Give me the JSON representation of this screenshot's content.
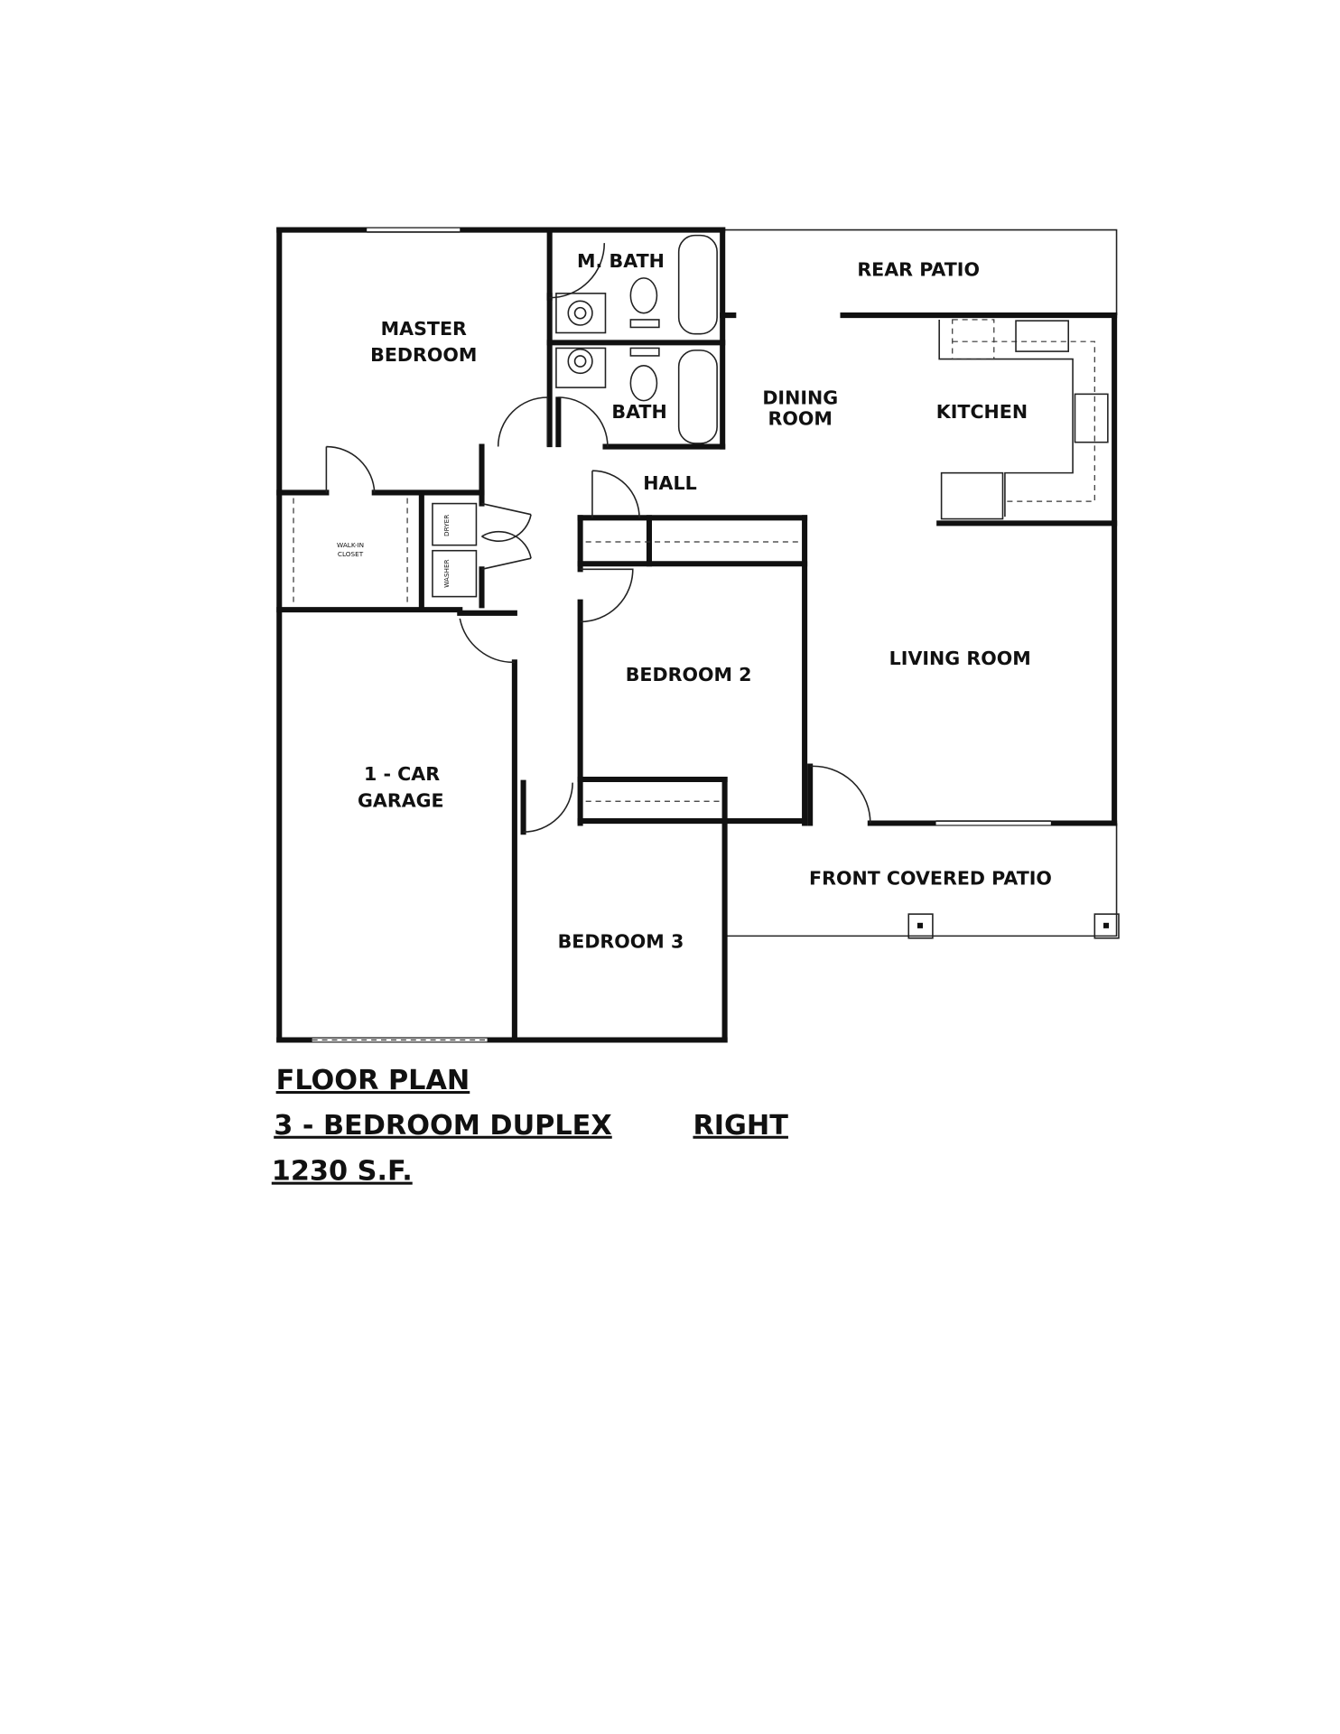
{
  "rooms": {
    "master_bedroom": [
      "MASTER",
      "BEDROOM"
    ],
    "master_bath": "M. BATH",
    "bath": "BATH",
    "rear_patio": "REAR PATIO",
    "dining_room": [
      "DINING",
      "ROOM"
    ],
    "kitchen": "KITCHEN",
    "hall": "HALL",
    "walk_in_closet": [
      "WALK-IN",
      "CLOSET"
    ],
    "dryer": "DRYER",
    "washer": "WASHER",
    "bedroom_2": "BEDROOM 2",
    "living_room": "LIVING ROOM",
    "garage": [
      "1 - CAR",
      "GARAGE"
    ],
    "bedroom_3": "BEDROOM 3",
    "front_covered_patio": "FRONT COVERED PATIO"
  },
  "caption": {
    "line1": "FLOOR PLAN",
    "line2a": "3 - BEDROOM DUPLEX",
    "line2b": "RIGHT",
    "line3": "1230 S.F."
  }
}
